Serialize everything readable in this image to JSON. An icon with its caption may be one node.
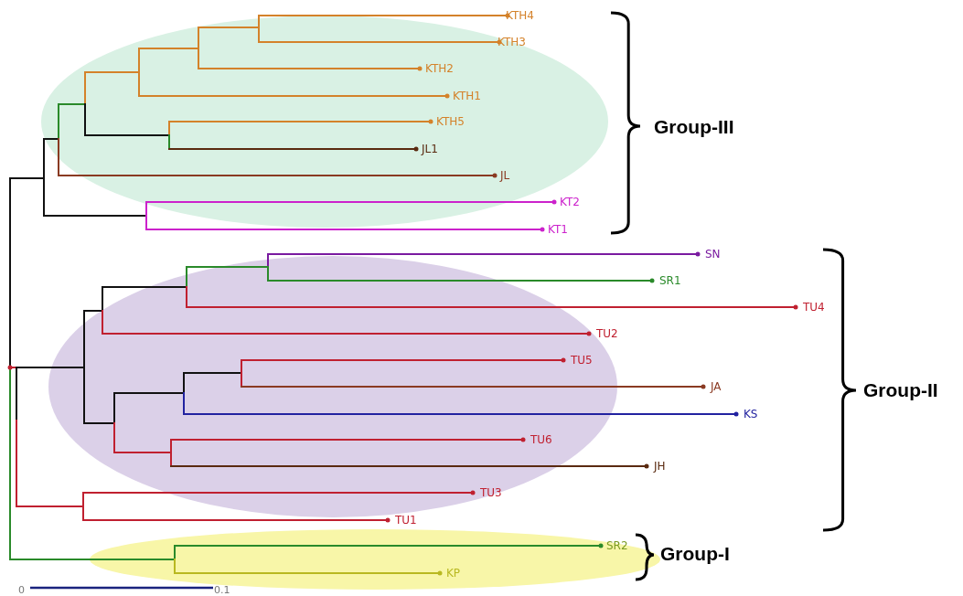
{
  "diagram": {
    "labels": [
      "KTH4",
      "KTH3",
      "KTH2",
      "KTH1",
      "KTH5",
      "JL1",
      "JL",
      "KT2",
      "KT1",
      "SN",
      "SR1",
      "TU4",
      "TU2",
      "TU5",
      "JA",
      "KS",
      "TU6",
      "JH",
      "TU3",
      "TU1",
      "SR2",
      "KP",
      "Group-III",
      "Group-II",
      "Group-I",
      "0",
      "0.1"
    ]
  }
}
